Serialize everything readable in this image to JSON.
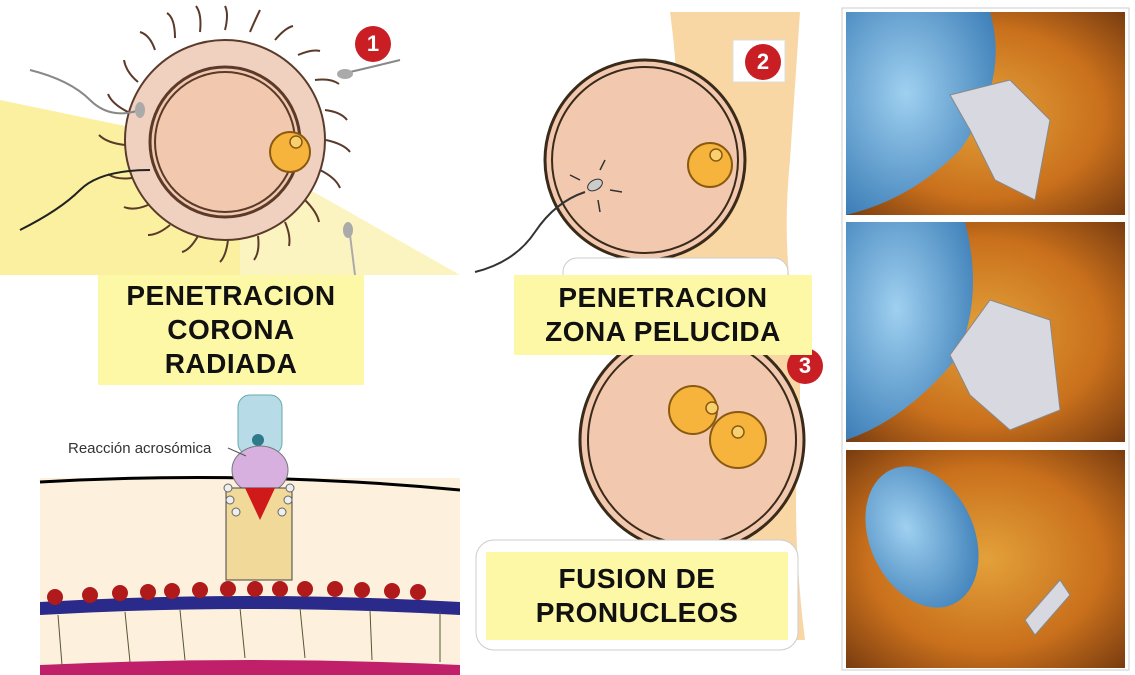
{
  "steps": [
    {
      "number": "1",
      "lines": [
        "PENETRACION",
        "CORONA",
        "RADIADA"
      ]
    },
    {
      "number": "2",
      "lines": [
        "PENETRACION",
        "ZONA PELUCIDA"
      ]
    },
    {
      "number": "3",
      "lines": [
        "FUSION DE",
        "PRONUCLEOS"
      ]
    }
  ],
  "annotation": "Reacción acrosómica",
  "colors": {
    "cell": "#f2c9ae",
    "corona": "#f0d7c6",
    "nucleus": "#f7b43c",
    "label_bg": "#fdf8a6",
    "badge": "#c81e24",
    "zona_band": "#f8d7a4",
    "sperm_blue": "#5fa2d4",
    "egg_orange": "#d9861c"
  },
  "icons": [
    "oocyte-diagram",
    "sperm-icon",
    "membrane-diagram",
    "micrograph-panel"
  ]
}
